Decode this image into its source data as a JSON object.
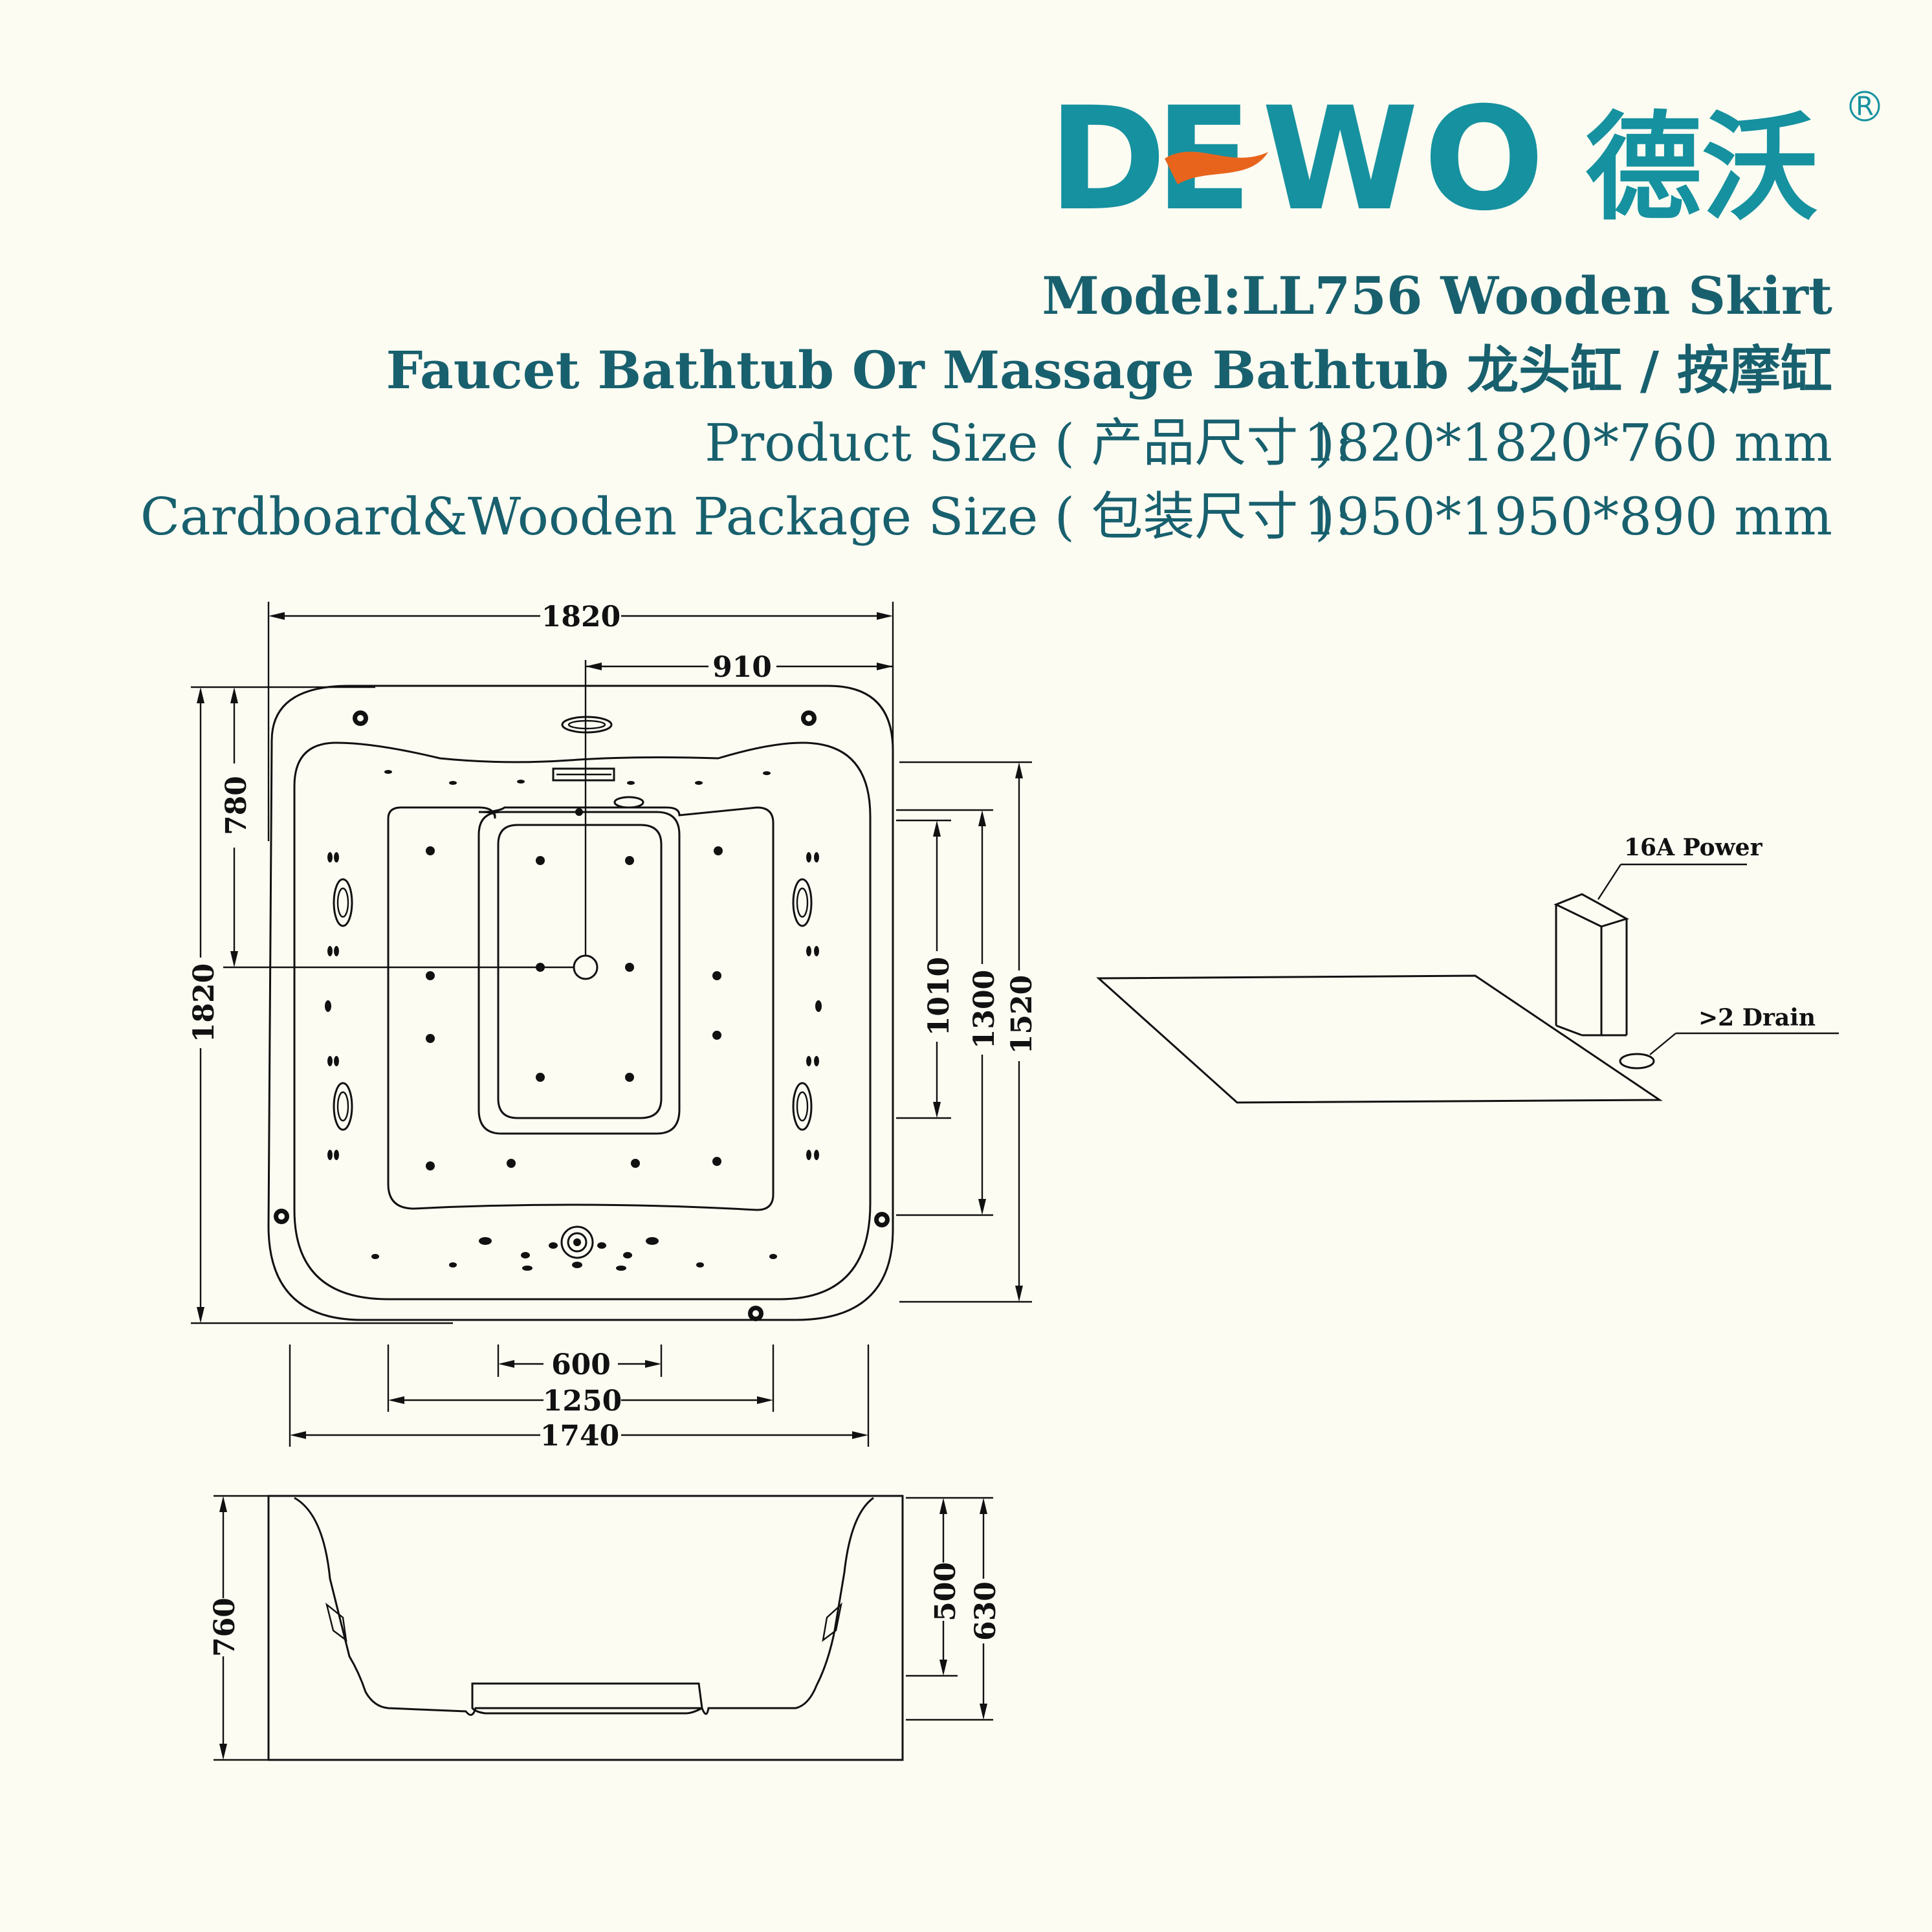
{
  "brand": {
    "name": "DEWO",
    "chinese": "德沃",
    "registered_mark": "R",
    "colors": {
      "primary": "#16919f",
      "accent": "#e8641c",
      "text": "#18606e"
    }
  },
  "header": {
    "model": "Model:LL756 Wooden Skirt",
    "type": "Faucet Bathtub Or Massage Bathtub 龙头缸 / 按摩缸",
    "product_size_label": "Product Size ( 产品尺寸 ):",
    "product_size_value": "1820*1820*760 mm",
    "package_size_label": "Cardboard&Wooden Package Size ( 包装尺寸 ):",
    "package_size_value": "1950*1950*890 mm"
  },
  "top_view": {
    "dims": {
      "width_total": "1820",
      "half_width": "910",
      "drain_offset": "780",
      "height_total": "1820",
      "inner_1010": "1010",
      "inner_1300": "1300",
      "inner_1520": "1520",
      "bottom_600": "600",
      "bottom_1250": "1250",
      "bottom_1740": "1740"
    }
  },
  "side_view": {
    "dims": {
      "height_total": "760",
      "depth_500": "500",
      "depth_630": "630"
    }
  },
  "installation": {
    "power_label": "16A Power",
    "drain_label": ">2 Drain"
  }
}
